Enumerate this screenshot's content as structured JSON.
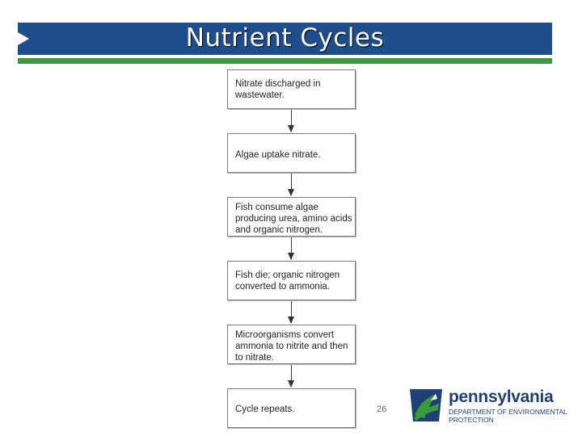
{
  "slide": {
    "title": "Nutrient Cycles",
    "page_number": "26"
  },
  "flowchart": {
    "steps": [
      {
        "text": "Nitrate discharged in wastewater."
      },
      {
        "text": "Algae uptake nitrate."
      },
      {
        "text": "Fish consume algae producing urea, amino acids and organic nitrogen."
      },
      {
        "text": "Fish die; organic nitrogen converted to ammonia."
      },
      {
        "text": "Microorganisms convert ammonia to nitrite and then to nitrate."
      },
      {
        "text": "Cycle repeats."
      }
    ]
  },
  "logo": {
    "name": "pennsylvania",
    "department_line1": "DEPARTMENT OF ENVIRONMENTAL",
    "department_line2": "PROTECTION",
    "colors": {
      "blue": "#1f3f77",
      "green": "#3a9a3e"
    }
  },
  "colors": {
    "title_bar": "#1f4e8c",
    "title_underline": "#3a9a3e"
  }
}
